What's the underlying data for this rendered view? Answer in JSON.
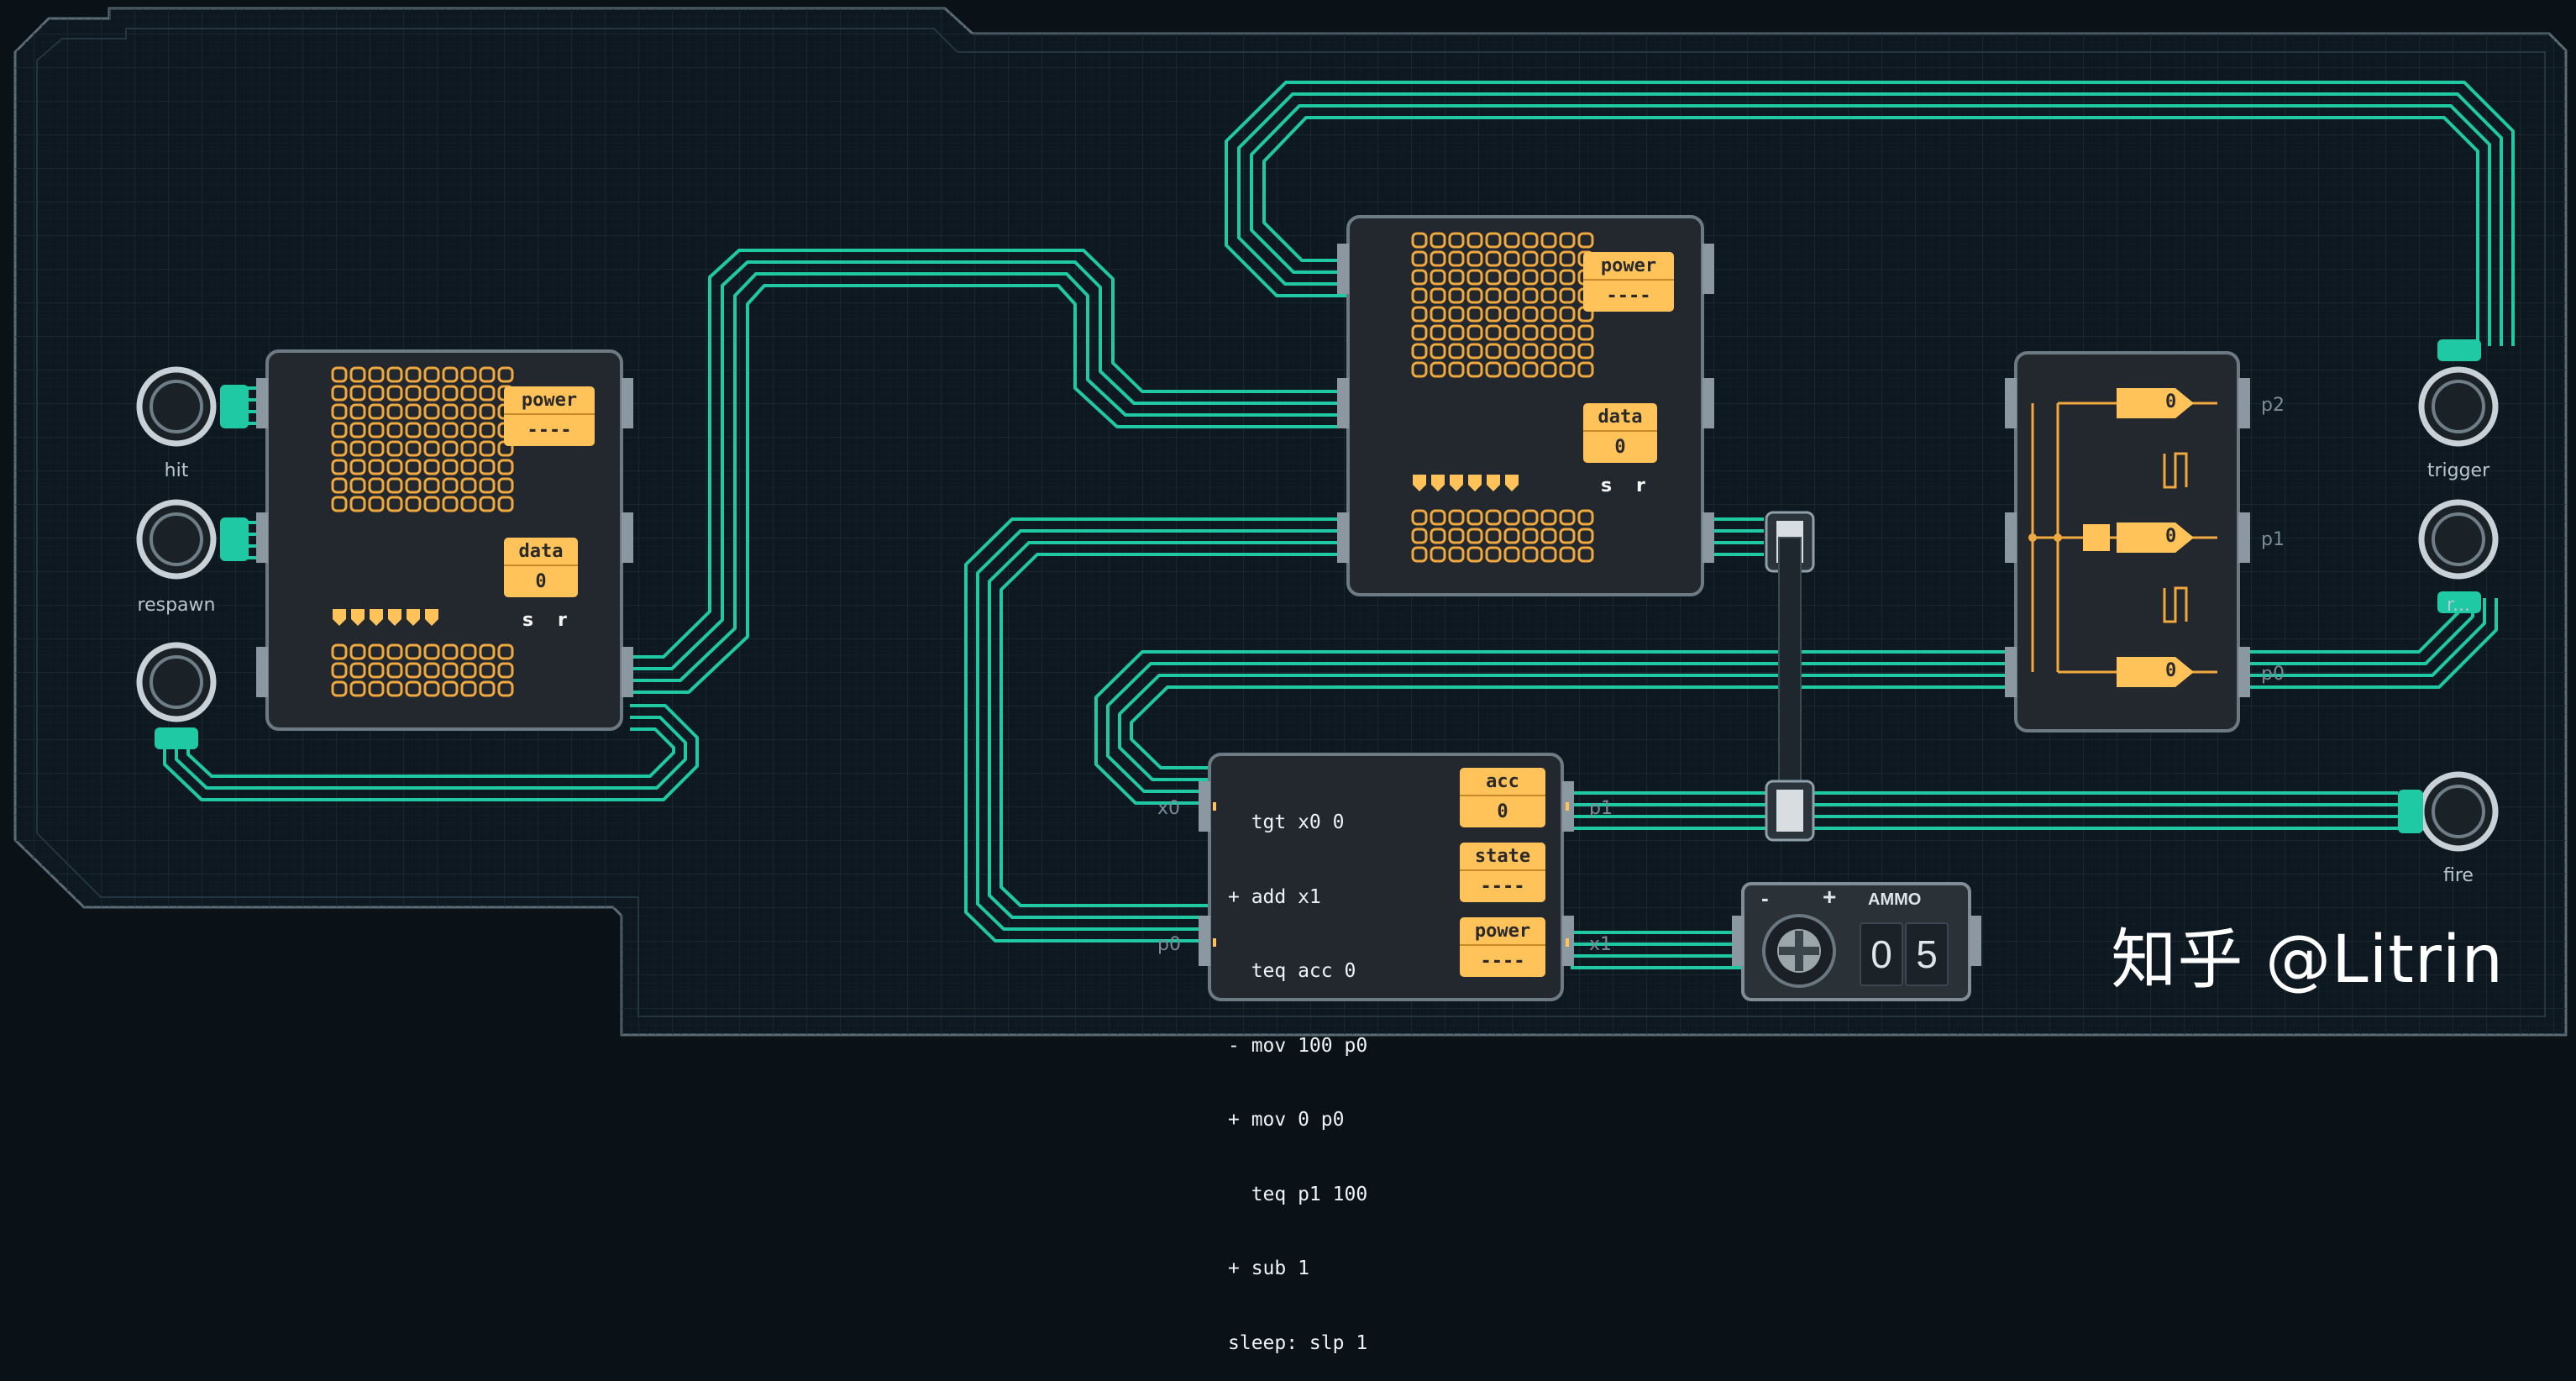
{
  "ports": {
    "left": [
      {
        "id": "hit",
        "label": "hit"
      },
      {
        "id": "respawn",
        "label": "respawn"
      },
      {
        "id": "unlabeled-left",
        "label": ""
      }
    ],
    "right": [
      {
        "id": "trigger",
        "label": "trigger"
      },
      {
        "id": "r-port",
        "label": "r..."
      },
      {
        "id": "fire",
        "label": "fire"
      }
    ]
  },
  "chip_left": {
    "power": {
      "title": "power",
      "value": "----"
    },
    "data": {
      "title": "data",
      "value": "0"
    },
    "pins": {
      "s": "s",
      "r": "r"
    }
  },
  "chip_top": {
    "power": {
      "title": "power",
      "value": "----"
    },
    "data": {
      "title": "data",
      "value": "0"
    },
    "pins": {
      "s": "s",
      "r": "r"
    }
  },
  "oscillator": {
    "outputs": [
      {
        "value": "0",
        "pin": "p2"
      },
      {
        "value": "0",
        "pin": "p1"
      },
      {
        "value": "0",
        "pin": "p0"
      }
    ]
  },
  "controller": {
    "code": [
      "  tgt x0 0",
      "+ add x1",
      "  teq acc 0",
      "- mov 100 p0",
      "+ mov 0 p0",
      "  teq p1 100",
      "+ sub 1",
      "sleep: slp 1"
    ],
    "registers": [
      {
        "title": "acc",
        "value": "0"
      },
      {
        "title": "state",
        "value": "----"
      },
      {
        "title": "power",
        "value": "----"
      }
    ],
    "pins": {
      "x0": "x0",
      "p1": "p1",
      "p0": "p0",
      "x1": "x1"
    }
  },
  "ammo": {
    "label": "AMMO",
    "minus": "-",
    "plus": "+",
    "digits": [
      "0",
      "5"
    ]
  },
  "watermark": "知乎 @Litrin",
  "colors": {
    "wire": "#1ec9a3",
    "chip": "#ffc35a",
    "board": "#0e1820"
  }
}
